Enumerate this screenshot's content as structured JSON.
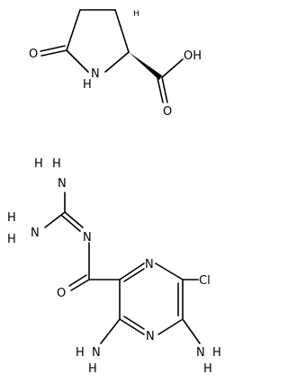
{
  "molecule_1": {
    "atoms": {
      "ketone_o": "O",
      "ring_n": "N",
      "ring_n_h": "H",
      "hydroxyl": "OH",
      "hydroxyl_h": "H",
      "carbonyl_o": "O"
    },
    "stereo_h": "H"
  },
  "molecule_2": {
    "atoms": {
      "amine_top_h": "H",
      "amine_top_n": "N",
      "amine_top_h2": "H",
      "amine_left_h": "H",
      "amine_left_n": "N",
      "amine_left_h2": "H",
      "imine_n": "N",
      "amide_o": "O",
      "pyrazine_n1": "N",
      "pyrazine_n2": "N",
      "chloro": "Cl",
      "amine_bl_h": "H",
      "amine_bl_n": "N",
      "amine_bl_h2": "H",
      "amine_br_h": "H",
      "amine_br_n": "N",
      "amine_br_h2": "H"
    }
  }
}
